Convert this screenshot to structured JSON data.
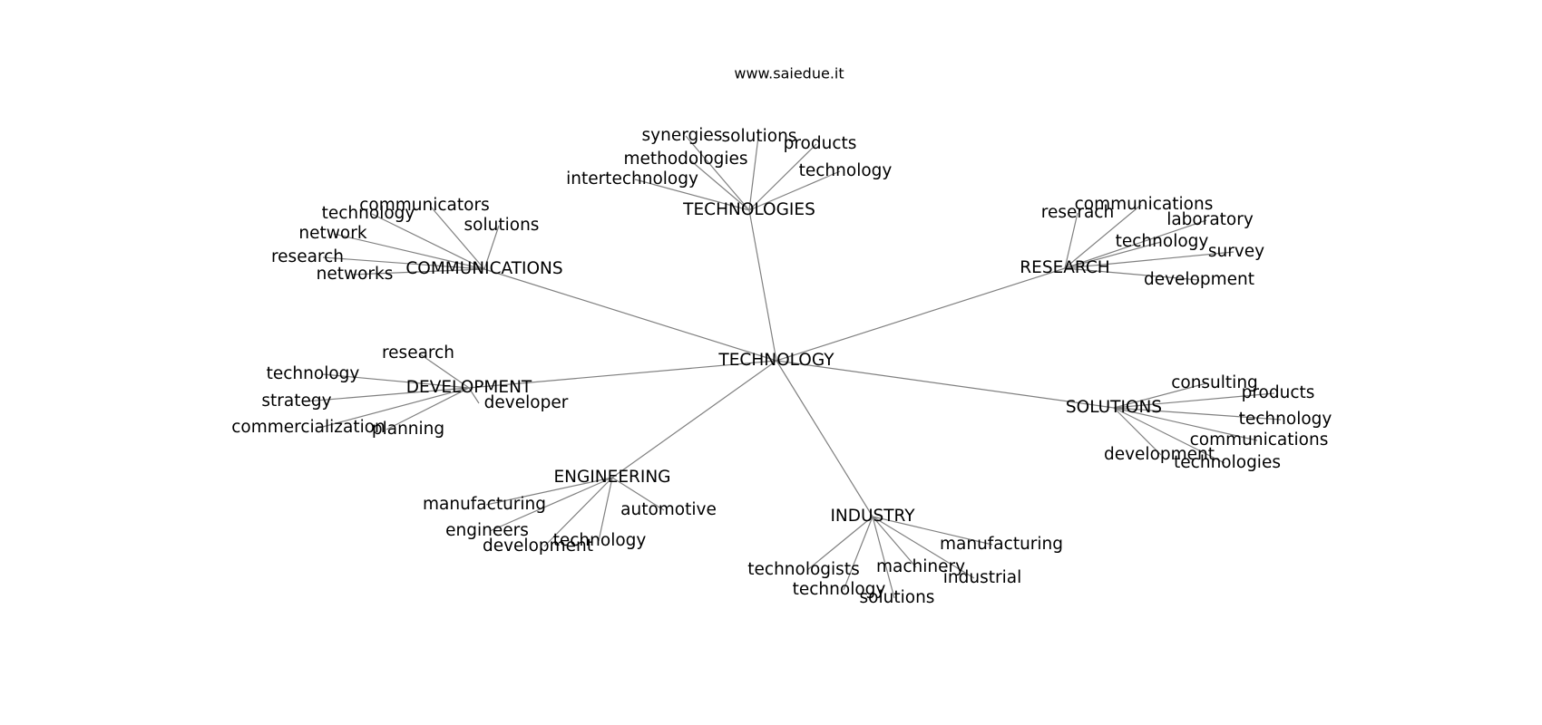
{
  "site": "www.saiedue.it",
  "colors": {
    "edge": "#808080",
    "text": "#000000",
    "background": "#ffffff"
  },
  "graph": {
    "center": "TECHNOLOGY",
    "clusters": [
      {
        "hub": "TECHNOLOGIES",
        "leaves": [
          "synergies",
          "solutions",
          "products",
          "methodologies",
          "technology",
          "intertechnology"
        ]
      },
      {
        "hub": "COMMUNICATIONS",
        "leaves": [
          "communicators",
          "technology",
          "solutions",
          "network",
          "research",
          "networks"
        ]
      },
      {
        "hub": "RESEARCH",
        "leaves": [
          "communications",
          "reserach",
          "laboratory",
          "technology",
          "survey",
          "development"
        ]
      },
      {
        "hub": "DEVELOPMENT",
        "leaves": [
          "research",
          "technology",
          "strategy",
          "developer",
          "commercialization",
          "planning"
        ]
      },
      {
        "hub": "SOLUTIONS",
        "leaves": [
          "consulting",
          "products",
          "technology",
          "communications",
          "development",
          "technologies"
        ]
      },
      {
        "hub": "ENGINEERING",
        "leaves": [
          "manufacturing",
          "automotive",
          "engineers",
          "technology",
          "development"
        ]
      },
      {
        "hub": "INDUSTRY",
        "leaves": [
          "manufacturing",
          "technologists",
          "machinery",
          "industrial",
          "technology",
          "solutions"
        ]
      }
    ]
  }
}
